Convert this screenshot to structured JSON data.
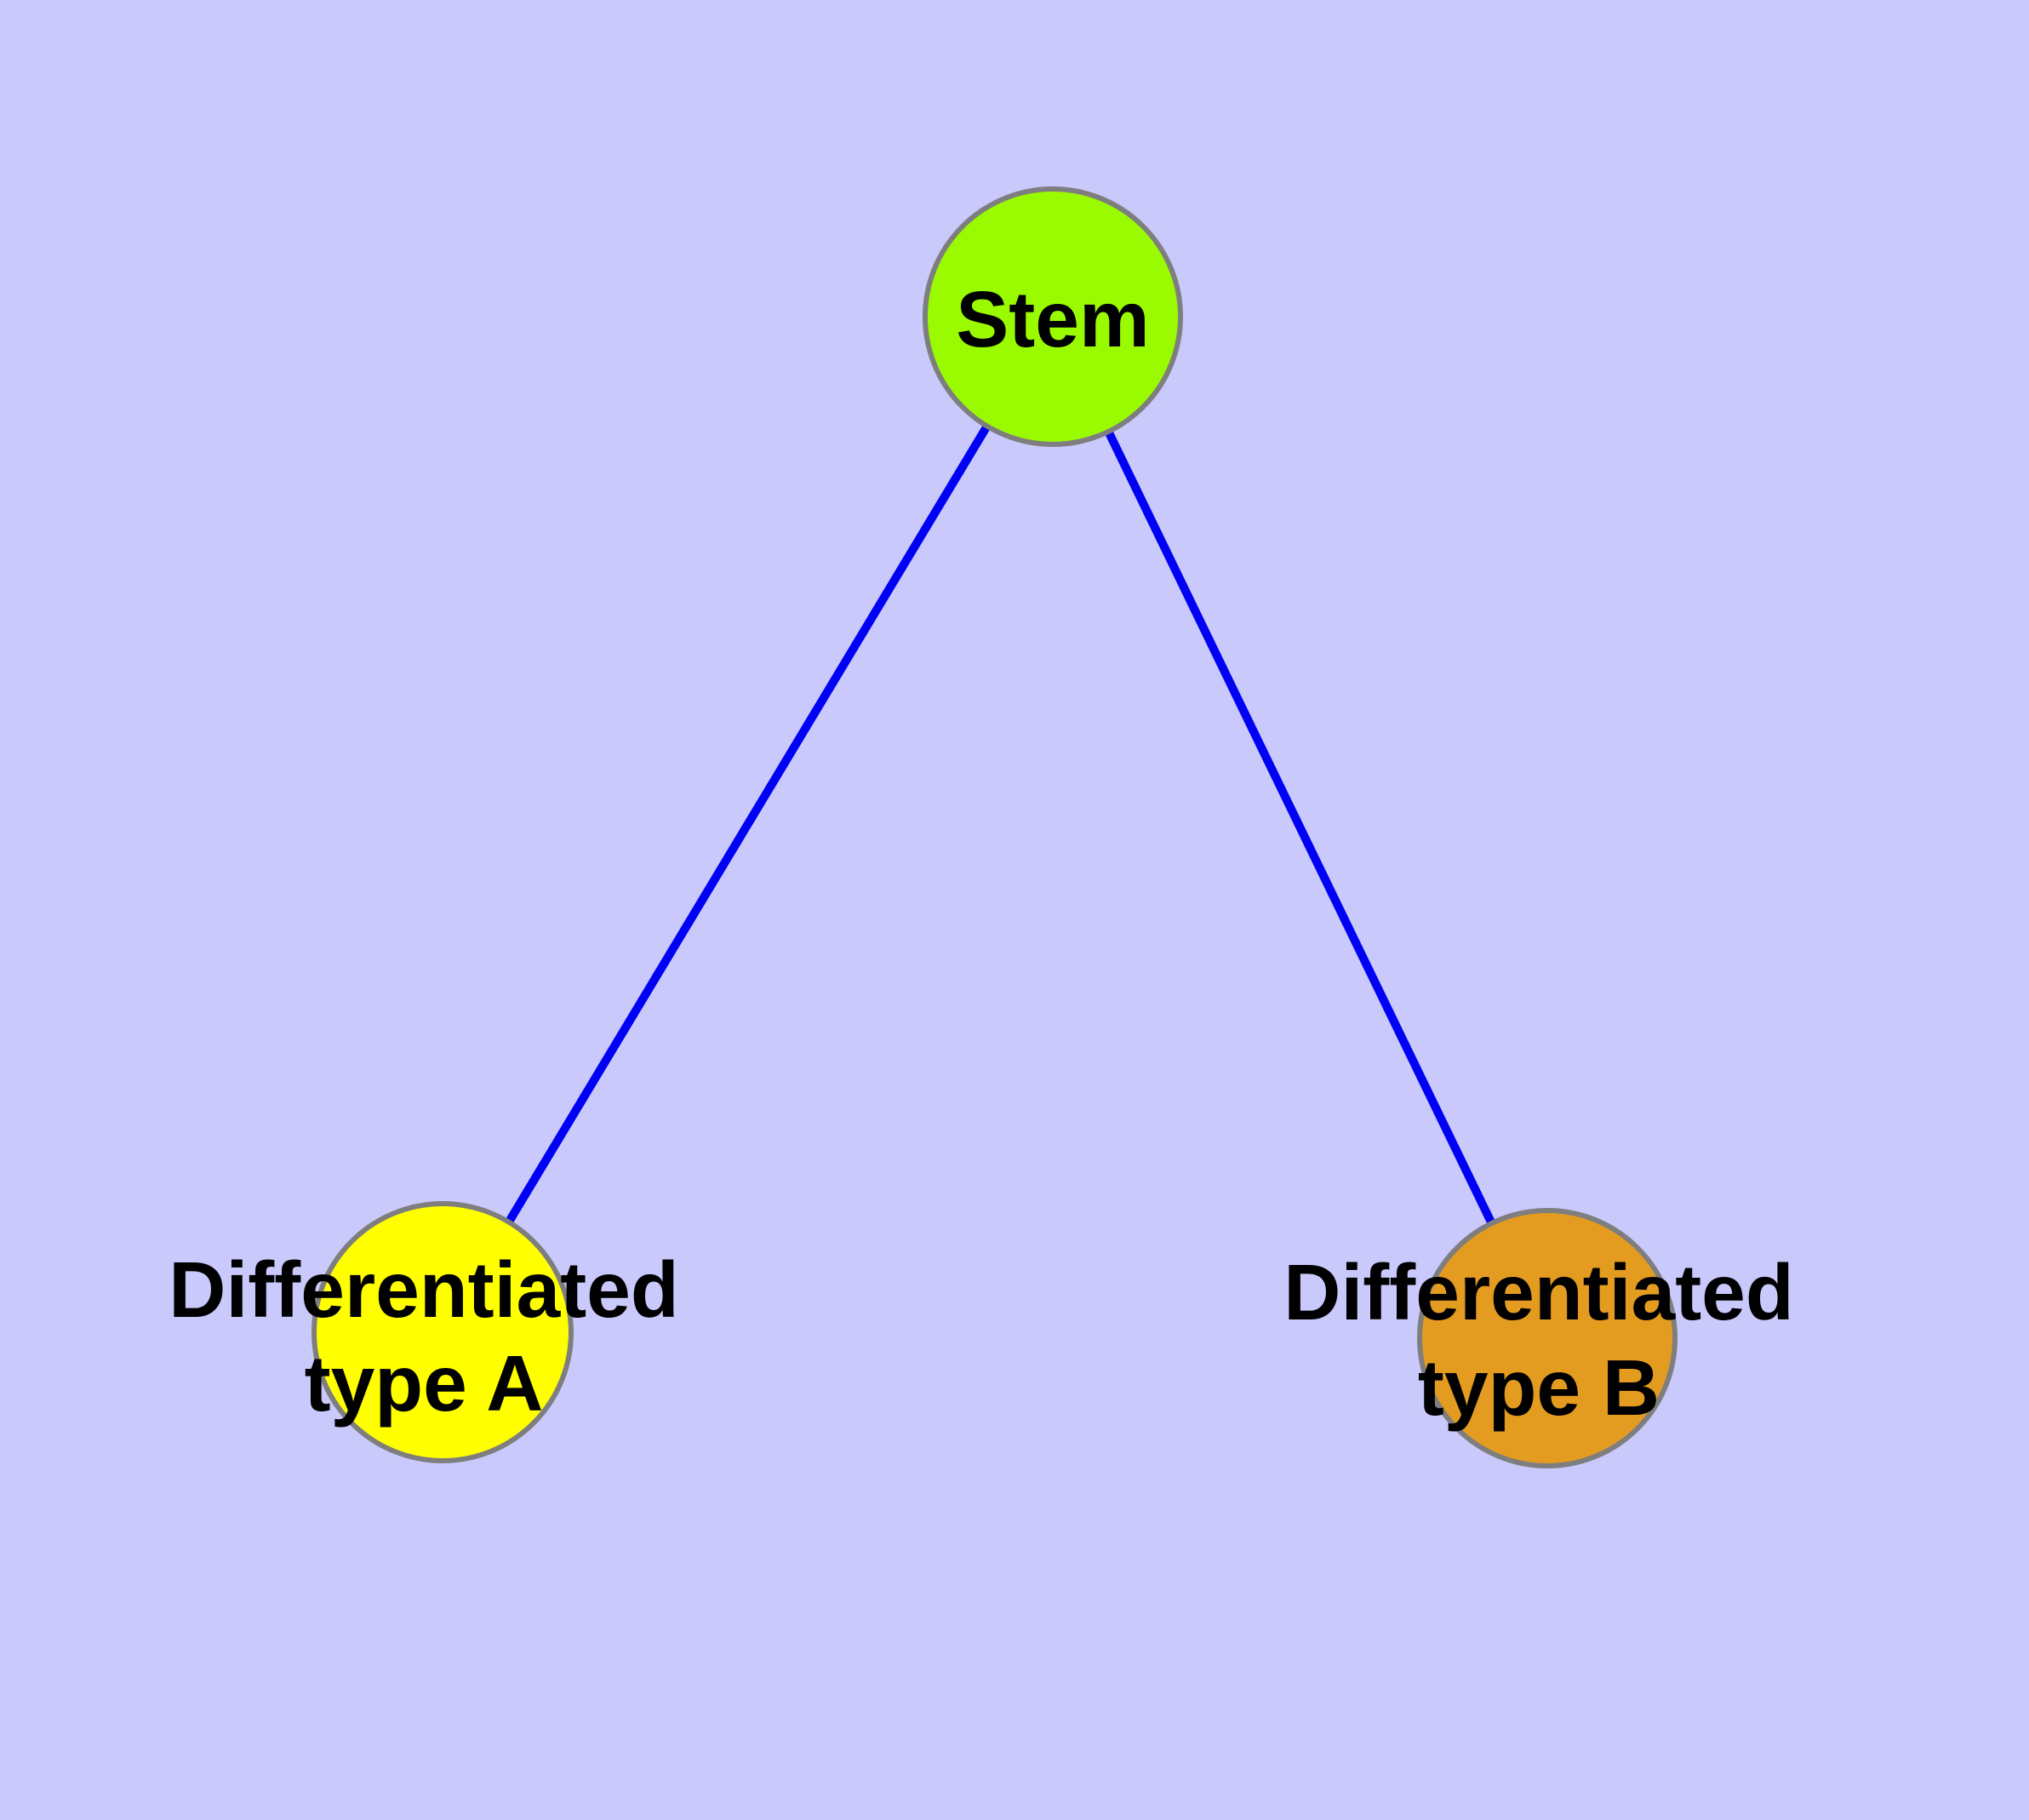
{
  "diagram": {
    "type": "graph",
    "description": "Cell differentiation tree: a stem node with two differentiated child nodes",
    "background_color": "#C9C9FB",
    "edge_color": "#0000F5",
    "node_border_color": "#7E7E7E",
    "text_color": "#000000",
    "nodes": [
      {
        "id": "stem",
        "label": "Stem",
        "label_lines": [
          "Stem"
        ],
        "fill_color": "#9AFB00"
      },
      {
        "id": "differentiated-type-a",
        "label": "Differentiated type A",
        "label_lines": [
          "Differentiated",
          "type A"
        ],
        "fill_color": "#FFFF00"
      },
      {
        "id": "differentiated-type-b",
        "label": "Differentiated type B",
        "label_lines": [
          "Differentiated",
          "type B"
        ],
        "fill_color": "#E49C20"
      }
    ],
    "edges": [
      {
        "from": "stem",
        "to": "differentiated-type-a"
      },
      {
        "from": "stem",
        "to": "differentiated-type-b"
      }
    ]
  }
}
